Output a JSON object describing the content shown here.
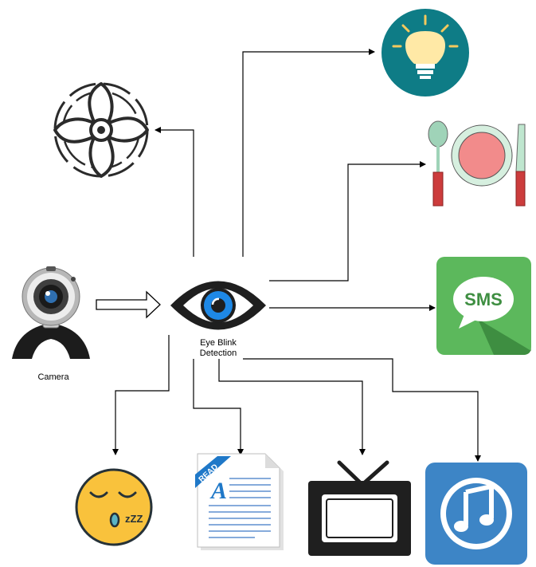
{
  "nodes": {
    "camera": {
      "label": "Camera",
      "icon": "webcam-icon"
    },
    "detector": {
      "label_line1": "Eye Blink",
      "label_line2": "Detection",
      "icon": "eye-icon"
    },
    "fan": {
      "icon": "fan-icon"
    },
    "light": {
      "icon": "light-bulb-icon"
    },
    "food": {
      "icon": "plate-spoon-knife-icon"
    },
    "sms": {
      "label": "SMS",
      "icon": "sms-icon"
    },
    "sleep": {
      "label": "zZZ",
      "icon": "sleeping-face-icon"
    },
    "read": {
      "label": "READ",
      "letter": "A",
      "icon": "read-document-icon"
    },
    "tv": {
      "icon": "television-icon"
    },
    "music": {
      "icon": "music-note-icon"
    }
  },
  "colors": {
    "eye_iris": "#1e88e5",
    "bulb_bg": "#0e7c86",
    "sms_green": "#5cb85c",
    "sms_dark": "#3e8e41",
    "food_pink": "#f28b8b",
    "sleep_yellow": "#f9c23c",
    "music_blue": "#3d85c6",
    "read_blue": "#1f78c8"
  }
}
